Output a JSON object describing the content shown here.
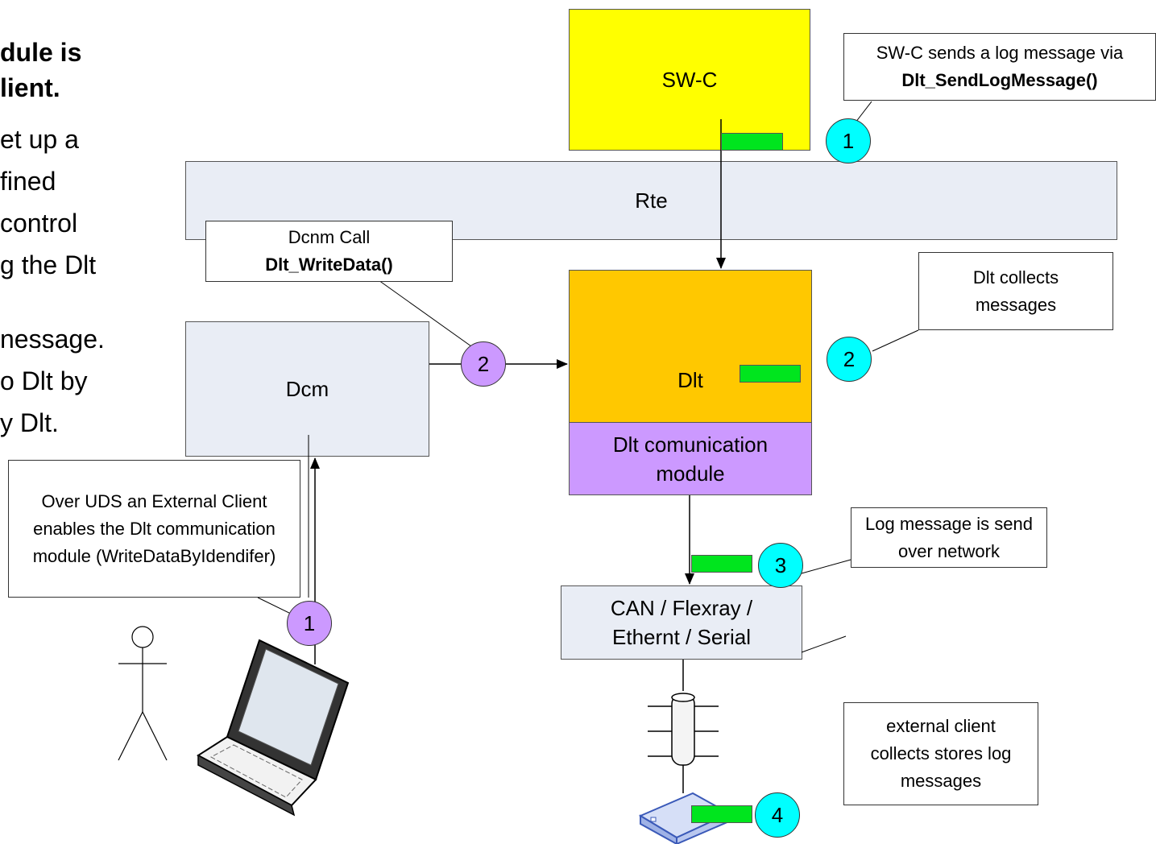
{
  "slide_text": {
    "line1": "dule is",
    "line2": "lient.",
    "line3": "et up a",
    "line4": "fined",
    "line5": " control",
    "line6": "g the Dlt",
    "line7": "nessage.",
    "line8": "o Dlt by",
    "line9": "y Dlt."
  },
  "blocks": {
    "swc": "SW-C",
    "rte": "Rte",
    "dcm": "Dcm",
    "dlt": "Dlt",
    "dlt_comm": "Dlt comunication module",
    "bus": "CAN / Flexray / Ethernt / Serial"
  },
  "notes": {
    "swc_note_line1": "SW-C sends a log message via",
    "swc_note_line2": "Dlt_SendLogMessage()",
    "dcm_note_line1": "Dcnm Call",
    "dcm_note_line2": "Dlt_WriteData()",
    "dlt_note": "Dlt collects messages",
    "uds_note": "Over UDS an External Client enables the Dlt communication module (WriteDataByIdendifer)",
    "net_note": "Log message is send over network",
    "client_note": "external client collects stores log messages"
  },
  "steps": {
    "cyan_1": "1",
    "cyan_2": "2",
    "cyan_3": "3",
    "cyan_4": "4",
    "purple_1": "1",
    "purple_2": "2"
  },
  "colors": {
    "swc": "#ffff00",
    "rte": "#e9edf5",
    "dcm": "#e9edf5",
    "dlt": "#ffc800",
    "dlt_comm": "#cc99ff",
    "bus": "#e9edf5",
    "cyan_step": "#00ffff",
    "purple_step": "#cc99ff",
    "message_bar": "#00e51e"
  },
  "icons": [
    "person-icon",
    "laptop-icon",
    "cable-icon",
    "device-icon"
  ]
}
